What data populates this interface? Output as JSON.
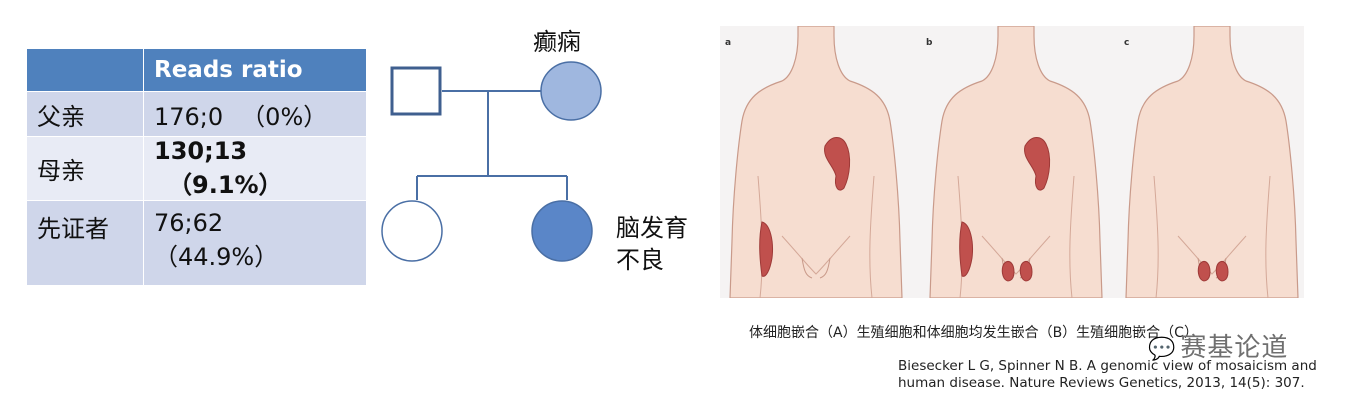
{
  "table": {
    "header": [
      "",
      "Reads ratio"
    ],
    "rows": [
      {
        "label": "父亲",
        "value": "176;0",
        "pct": "（0%）",
        "highlight": false
      },
      {
        "label": "母亲",
        "value": "130;13",
        "pct": "（9.1%）",
        "highlight": true
      },
      {
        "label": "先证者",
        "value": "76;62",
        "pct": "（44.9%）",
        "highlight": false
      }
    ]
  },
  "pedigree": {
    "mother_label": "癫痫",
    "proband_label_line1": "脑发育",
    "proband_label_line2": "不良"
  },
  "figure": {
    "panels": [
      "a",
      "b",
      "c"
    ],
    "caption": "体细胞嵌合（A）生殖细胞和体细胞均发生嵌合（B）生殖细胞嵌合（C）",
    "reference_line1": "Biesecker L G, Spinner N B. A genomic view of mosaicism and",
    "reference_line2": "human disease. Nature Reviews Genetics, 2013, 14(5): 307.",
    "watermark": "赛基论道"
  },
  "colors": {
    "table_header": "#4f81bd",
    "table_row_dark": "#cfd6ea",
    "table_row_light": "#e8ebf5",
    "highlight_text": "#ff0000",
    "pedigree_line": "#4a6fa5",
    "mother_fill": "#9fb7df",
    "proband_fill": "#5a86c8",
    "skin": "#f6ddd0",
    "lesion": "#c0504d"
  }
}
